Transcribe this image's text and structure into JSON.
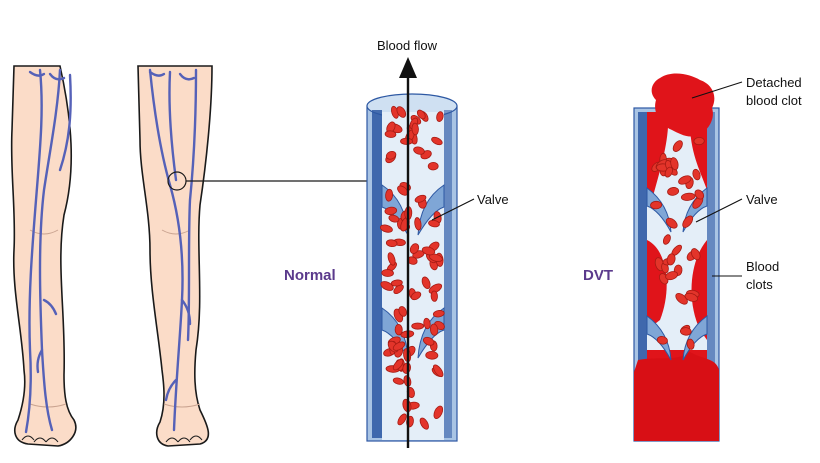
{
  "labels": {
    "blood_flow": "Blood flow",
    "valve_normal": "Valve",
    "normal": "Normal",
    "dvt": "DVT",
    "detached_line1": "Detached",
    "detached_line2": "blood clot",
    "valve_dvt": "Valve",
    "clots_line1": "Blood",
    "clots_line2": "clots"
  },
  "colors": {
    "skin": "#fbdcc8",
    "skin_outline": "#1a1a1a",
    "vein": "#5561b8",
    "vessel_wall": "#a9c4e4",
    "vessel_dark": "#2d58a3",
    "vessel_lumen": "#cfe0f2",
    "red_cell": "#e3342a",
    "clot": "#e0141a",
    "case_label": "#5b3a8c"
  }
}
